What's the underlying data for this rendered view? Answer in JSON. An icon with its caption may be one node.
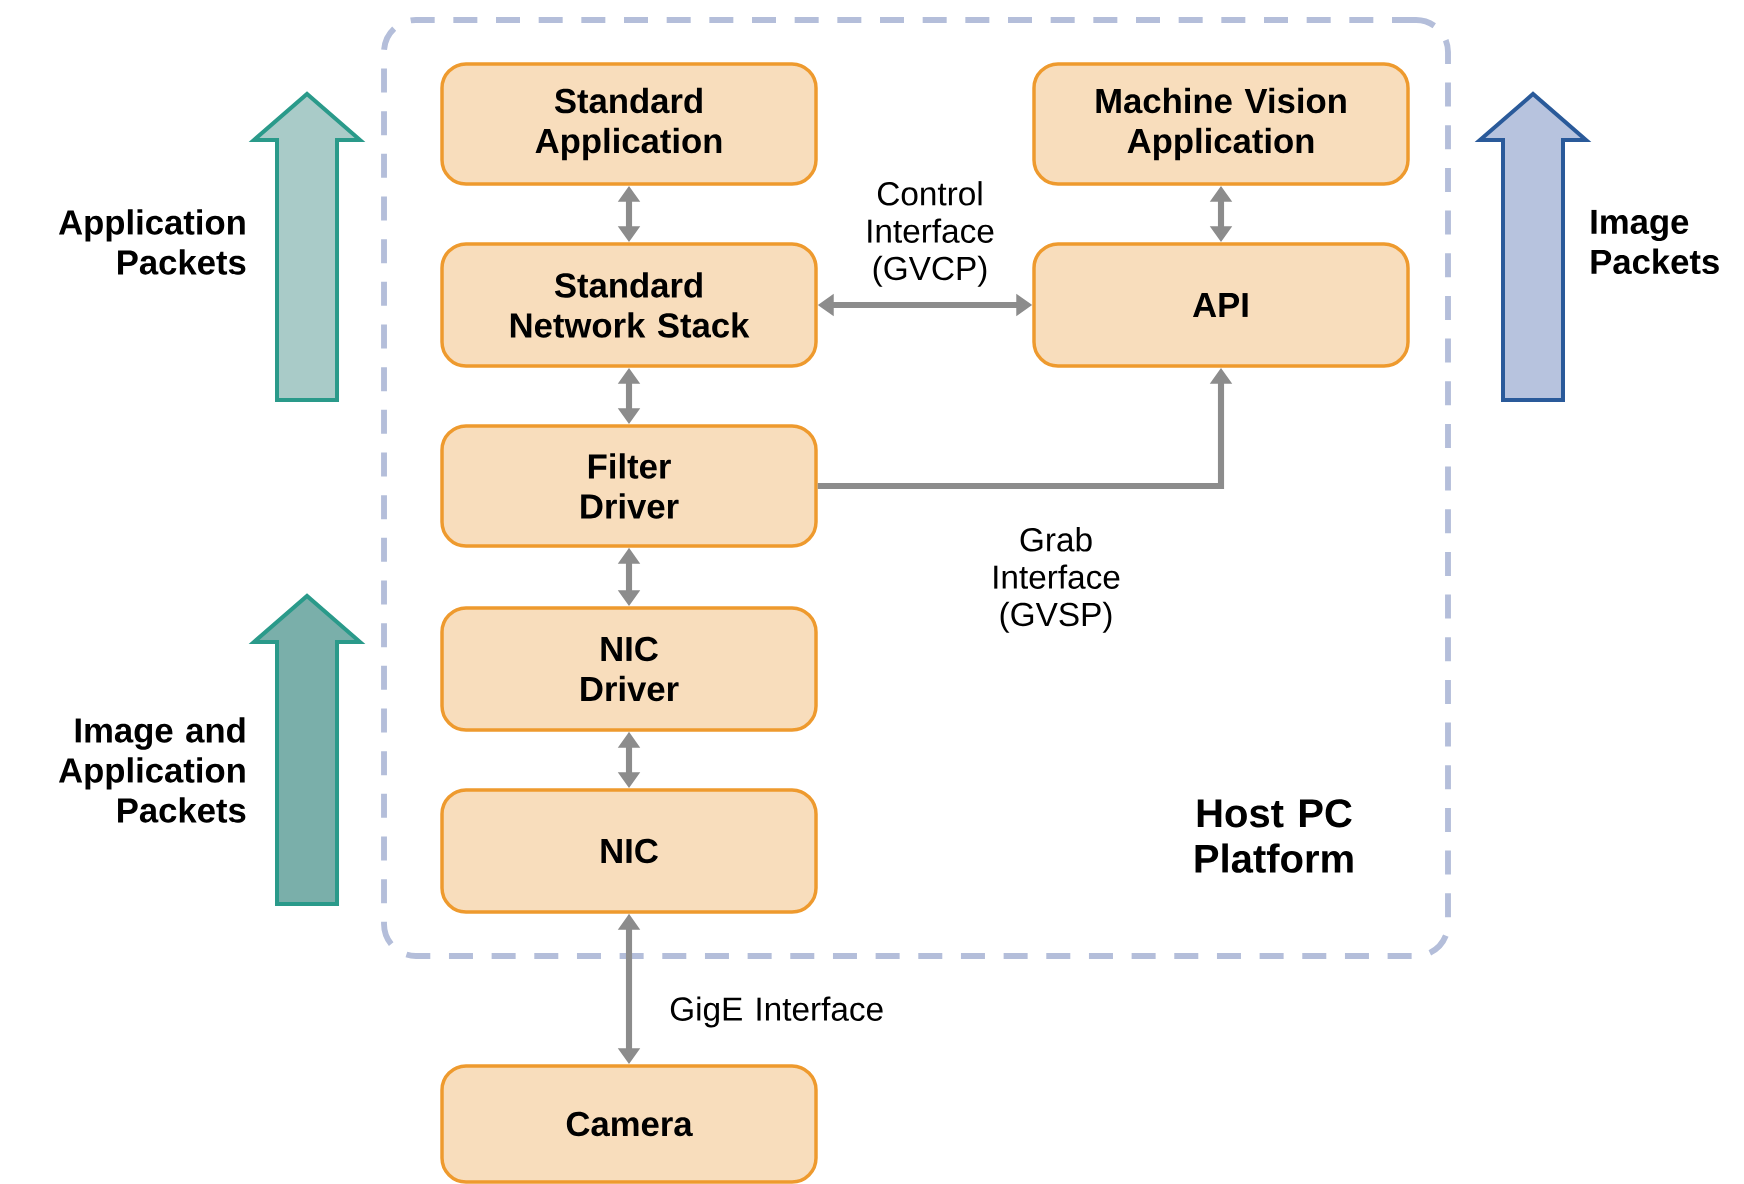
{
  "diagram": {
    "nodes": [
      {
        "text": [
          "Host PC Platform"
        ]
      },
      {
        "text": [
          "Standard Application"
        ],
        "in": 0
      },
      {
        "text": [
          "Machine Vision Application"
        ],
        "in": 0
      },
      {
        "text": [
          "Standard Network Stack"
        ],
        "in": 0
      },
      {
        "text": [
          "API"
        ],
        "in": 0
      },
      {
        "text": [
          "Filter Driver"
        ],
        "in": 0
      },
      {
        "text": [
          "NIC Driver"
        ],
        "in": 0
      },
      {
        "text": [
          "NIC"
        ],
        "in": 0
      },
      {
        "text": [
          "Camera"
        ]
      }
    ],
    "edges": [
      {
        "from": 1,
        "to": 3,
        "arrow": "both"
      },
      {
        "from": 2,
        "to": 4,
        "arrow": "both"
      },
      {
        "from": 3,
        "to": 4,
        "arrow": "both",
        "label": "Control Interface (GVCP)"
      },
      {
        "from": 3,
        "to": 5,
        "arrow": "both"
      },
      {
        "from": 5,
        "to": 4,
        "arrow": "to",
        "label": "Grab Interface (GVSP)"
      },
      {
        "from": 5,
        "to": 6,
        "arrow": "both"
      },
      {
        "from": 6,
        "to": 7,
        "arrow": "both"
      },
      {
        "from": 7,
        "to": 8,
        "arrow": "both",
        "label": "GigE Interface"
      }
    ],
    "labels": [
      "Application Packets",
      "Image Packets",
      "Image and Application Packets"
    ]
  }
}
